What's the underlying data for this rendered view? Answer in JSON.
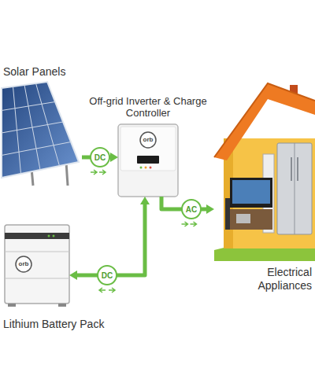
{
  "diagram": {
    "nodes": [
      {
        "text": [
          "Solar Panels"
        ]
      },
      {
        "text": [
          "Off-grid Inverter & Charge Controller"
        ]
      },
      {
        "text": [
          "Electrical Appliances"
        ]
      },
      {
        "text": [
          "Lithium Battery Pack"
        ]
      }
    ],
    "edges": [
      {
        "from": 0,
        "to": 1,
        "label": "DC",
        "arrow": "to"
      },
      {
        "from": 1,
        "to": 2,
        "label": "AC",
        "arrow": "to"
      },
      {
        "from": 3,
        "to": 1,
        "label": "DC",
        "arrow": "both"
      }
    ],
    "labels": [
      "orb",
      "orb"
    ]
  }
}
